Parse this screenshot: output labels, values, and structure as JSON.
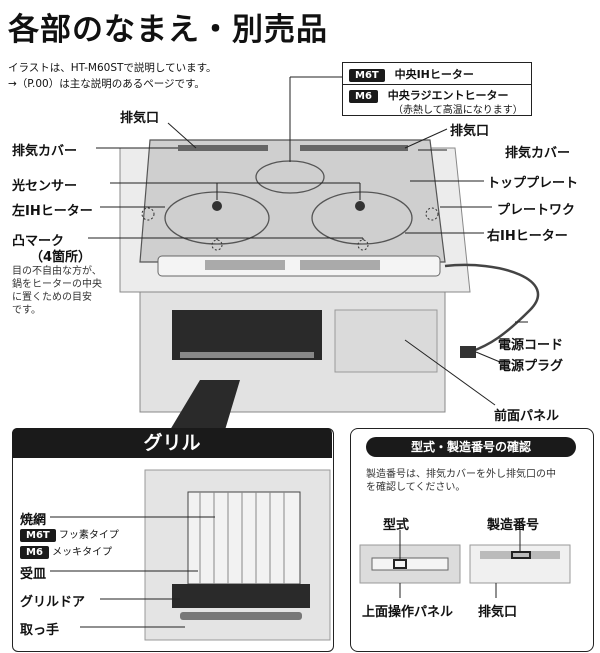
{
  "title": "各部のなまえ・別売品",
  "notes": [
    "イラストは、HT-M60STで説明しています。",
    "→（P.00）は主な説明のあるページです。"
  ],
  "legend": [
    {
      "tag": "M6T",
      "text": "中央IHヒーター"
    },
    {
      "tag": "M6",
      "text": "中央ラジエントヒーター",
      "sub": "（赤熱して高温になります）"
    }
  ],
  "labels": {
    "exhaust_left": "排気口",
    "exhaust_right": "排気口",
    "exhaust_cover_left": "排気カバー",
    "exhaust_cover_right": "排気カバー",
    "light_sensor": "光センサー",
    "top_plate": "トッププレート",
    "left_ih": "左IHヒーター",
    "plate_frame": "プレートワク",
    "bump_mark": "凸マーク",
    "bump_count": "（4箇所）",
    "right_ih": "右IHヒーター",
    "power_cord": "電源コード",
    "power_plug": "電源プラグ",
    "front_panel": "前面パネル"
  },
  "bump_note": [
    "目の不自由な方が、",
    "鍋をヒーターの中央",
    "に置くための目安",
    "です。"
  ],
  "grill": {
    "title": "グリル",
    "grate": "焼網",
    "grate_types": [
      {
        "tag": "M6T",
        "text": "フッ素タイプ"
      },
      {
        "tag": "M6",
        "text": "メッキタイプ"
      }
    ],
    "pan": "受皿",
    "door": "グリルドア",
    "handle": "取っ手"
  },
  "confirm": {
    "title": "型式・製造番号の確認",
    "text": [
      "製造番号は、排気カバーを外し排気口の中",
      "を確認してください。"
    ],
    "model": "型式",
    "serial": "製造番号",
    "panel": "上面操作パネル",
    "exhaust": "排気口"
  },
  "colors": {
    "dark": "#1a1a1a",
    "plate": "#cfcfcf",
    "body": "#e6e6e6"
  }
}
